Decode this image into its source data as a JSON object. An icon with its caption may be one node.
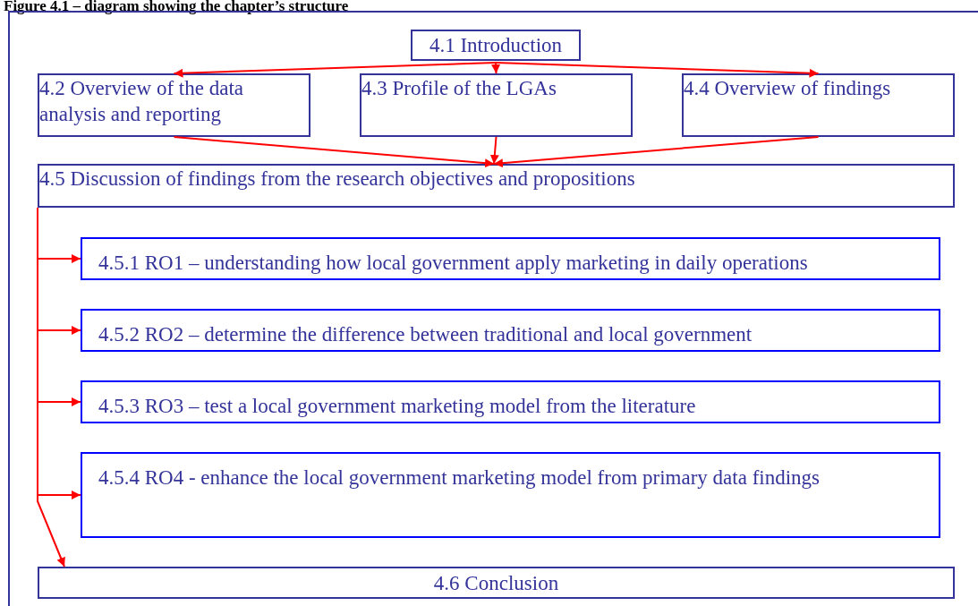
{
  "diagram": {
    "title": "Figure 4.1 – diagram showing the chapter’s structure",
    "nodes": [
      {
        "text": [
          "4.1  Introduction"
        ]
      },
      {
        "text": [
          "4.2  Overview of the data analysis and reporting"
        ]
      },
      {
        "text": [
          "4.3 Profile of the LGAs"
        ]
      },
      {
        "text": [
          "4.4 Overview of findings"
        ]
      },
      {
        "text": [
          "4.5 Discussion of findings from the research objectives and propositions"
        ]
      },
      {
        "text": [
          "4.5.1 RO1 – understanding how local government apply marketing in daily operations"
        ]
      },
      {
        "text": [
          "4.5.2 RO2 – determine the difference between traditional and local government"
        ]
      },
      {
        "text": [
          "4.5.3 RO3 – test a local government marketing model from the literature"
        ]
      },
      {
        "text": [
          "4.5.4 RO4  - enhance  the local government marketing model from primary data findings"
        ]
      },
      {
        "text": [
          "4.6  Conclusion"
        ]
      }
    ],
    "edges": [
      {
        "from": 0,
        "to": 1,
        "arrow": "to",
        "color": "#ff0000"
      },
      {
        "from": 0,
        "to": 2,
        "arrow": "to",
        "color": "#ff0000"
      },
      {
        "from": 0,
        "to": 3,
        "arrow": "to",
        "color": "#ff0000"
      },
      {
        "from": 1,
        "to": 4,
        "arrow": "to",
        "color": "#ff0000"
      },
      {
        "from": 2,
        "to": 4,
        "arrow": "to",
        "color": "#ff0000"
      },
      {
        "from": 3,
        "to": 4,
        "arrow": "to",
        "color": "#ff0000"
      },
      {
        "from": 4,
        "to": 5,
        "arrow": "to",
        "color": "#ff0000"
      },
      {
        "from": 4,
        "to": 6,
        "arrow": "to",
        "color": "#ff0000"
      },
      {
        "from": 4,
        "to": 7,
        "arrow": "to",
        "color": "#ff0000"
      },
      {
        "from": 4,
        "to": 8,
        "arrow": "to",
        "color": "#ff0000"
      },
      {
        "from": 4,
        "to": 9,
        "arrow": "to",
        "color": "#ff0000"
      }
    ]
  }
}
